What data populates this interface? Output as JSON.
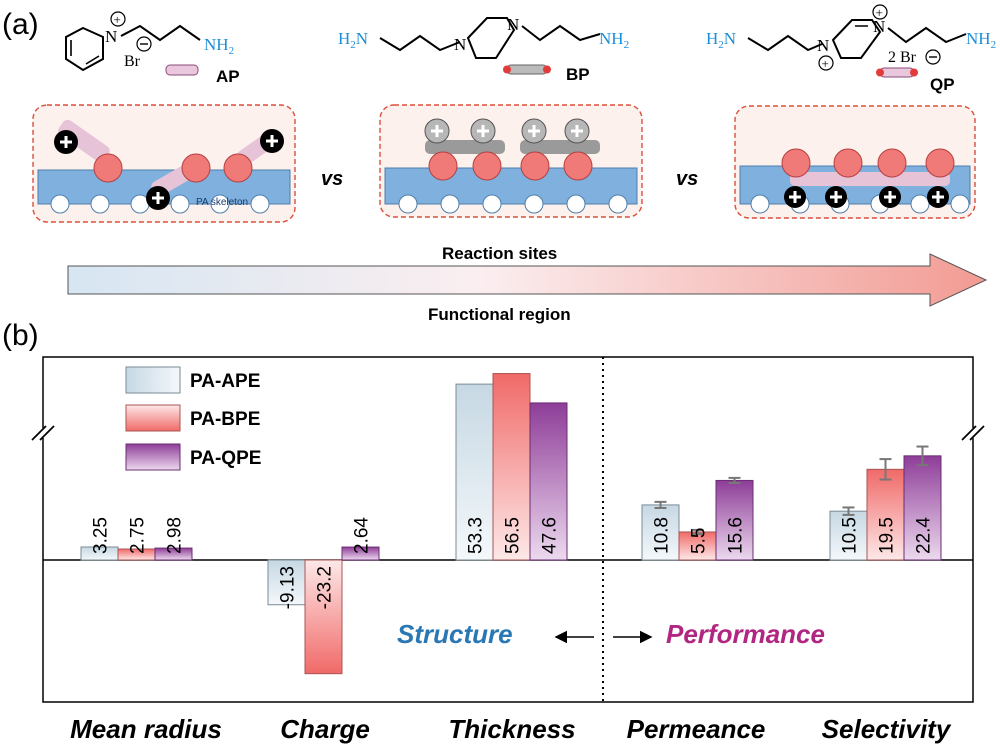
{
  "panel_a": {
    "label": "(a)",
    "molecules": [
      {
        "name": "AP",
        "nh2": "NH",
        "nh2_sub": "2",
        "n": "N",
        "anion": "Br"
      },
      {
        "name": "BP",
        "h2n": "H",
        "h2n_sub": "2",
        "h2n_n": "N",
        "nh2": "NH",
        "nh2_sub": "2",
        "n1": "N",
        "n2": "N"
      },
      {
        "name": "QP",
        "h2n": "H",
        "h2n_sub": "2",
        "h2n_n": "N",
        "nh2": "NH",
        "nh2_sub": "2",
        "n1": "N",
        "n2": "N",
        "anion": "2 Br"
      }
    ],
    "skeleton_label": "PA skeleton",
    "vs1": "vs",
    "vs2": "vs",
    "arrow_top": "Reaction sites",
    "arrow_bottom": "Functional region"
  },
  "panel_b": {
    "label": "(b)",
    "structure_label": "Structure",
    "performance_label": "Performance"
  },
  "colors": {
    "ape": "#d9e6ee",
    "bpe": "#f07a78",
    "qpe": "#9b4fa3",
    "structure": "#2a78b3",
    "performance": "#b02680",
    "amine": "#1d8fd6"
  },
  "chart_data": {
    "type": "bar",
    "categories": [
      "Mean radius",
      "Charge",
      "Thickness",
      "Permeance",
      "Selectivity"
    ],
    "series": [
      {
        "name": "PA-APE",
        "values": [
          3.25,
          -9.13,
          53.3,
          10.8,
          10.5
        ]
      },
      {
        "name": "PA-BPE",
        "values": [
          2.75,
          -23.2,
          56.5,
          5.5,
          19.5
        ]
      },
      {
        "name": "PA-QPE",
        "values": [
          2.98,
          2.64,
          47.6,
          15.6,
          22.4
        ]
      }
    ],
    "labels": [
      [
        "3.25",
        "2.75",
        "2.98"
      ],
      [
        "-9.13",
        "-23.2",
        "2.64"
      ],
      [
        "53.3",
        "56.5",
        "47.6"
      ],
      [
        "10.8",
        "5.5",
        "15.6"
      ],
      [
        "10.5",
        "19.5",
        "22.4"
      ]
    ],
    "error_bars": [
      null,
      null,
      null,
      [
        0.6,
        0.4,
        0.5
      ],
      [
        0.8,
        2.2,
        2.0
      ]
    ],
    "axis_break": true,
    "legend": "top-left"
  }
}
